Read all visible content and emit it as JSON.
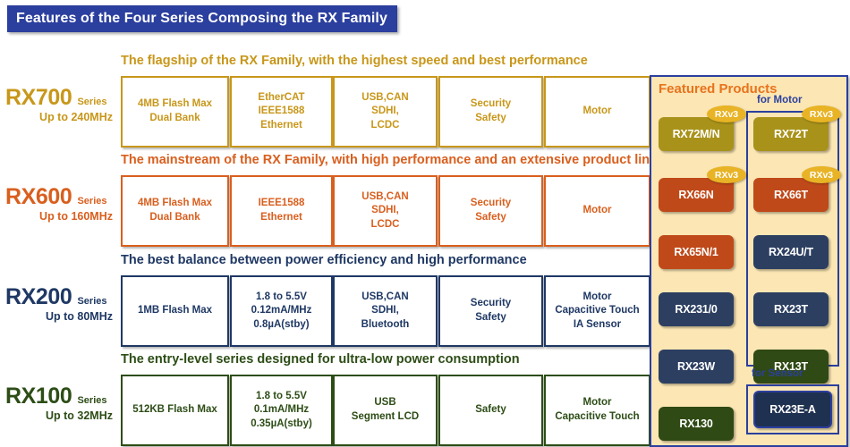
{
  "header": {
    "title": "Features of the Four Series Composing the RX Family",
    "banner_bg": "#2b3f9e",
    "banner_fg": "#ffffff"
  },
  "series": [
    {
      "id": "rx700",
      "name": "RX700",
      "series_word": "Series",
      "speed": "Up to 240MHz",
      "caption": "The flagship of the RX Family, with the highest speed and best performance",
      "color": "#c8971a",
      "features": [
        "4MB Flash Max\nDual Bank",
        "EtherCAT\nIEEE1588\nEthernet",
        "USB,CAN\nSDHI,\nLCDC",
        "Security\nSafety",
        "Motor"
      ]
    },
    {
      "id": "rx600",
      "name": "RX600",
      "series_word": "Series",
      "speed": "Up to 160MHz",
      "caption": "The mainstream of the RX Family, with high performance and an extensive product lineup",
      "color": "#d95f1e",
      "features": [
        "4MB Flash Max\nDual Bank",
        "IEEE1588\nEthernet",
        "USB,CAN\nSDHI,\nLCDC",
        "Security\nSafety",
        "Motor"
      ]
    },
    {
      "id": "rx200",
      "name": "RX200",
      "series_word": "Series",
      "speed": "Up to 80MHz",
      "caption": "The best balance between power efficiency and high performance",
      "color": "#1f3864",
      "features": [
        "1MB Flash Max",
        "1.8 to 5.5V\n0.12mA/MHz\n0.8µA(stby)",
        "USB,CAN\nSDHI,\nBluetooth",
        "Security\nSafety",
        "Motor\nCapacitive Touch\nIA Sensor"
      ]
    },
    {
      "id": "rx100",
      "name": "RX100",
      "series_word": "Series",
      "speed": "Up to 32MHz",
      "caption": "The entry-level series designed for ultra-low power consumption",
      "color": "#2d4d16",
      "features": [
        "512KB Flash Max",
        "1.8 to 5.5V\n0.1mA/MHz\n0.35µA(stby)",
        "USB\nSegment LCD",
        "Safety",
        "Motor\nCapacitive Touch"
      ]
    }
  ],
  "featured_products": {
    "title": "Featured Products",
    "title_color": "#e8731c",
    "panel_bg": "#fbe6b4",
    "panel_border": "#2b3f9e",
    "badge_label": "RXv3",
    "badge_color": "#e8b325",
    "subheads": [
      {
        "label": "for Motor"
      },
      {
        "label": "for Sensor"
      }
    ],
    "left_column": [
      {
        "label": "RX72M/N",
        "color": "#a8921a",
        "badge": "RXv3"
      },
      {
        "label": "RX66N",
        "color": "#c0491a",
        "badge": "RXv3"
      },
      {
        "label": "RX65N/1",
        "color": "#c0491a",
        "badge": null
      },
      {
        "label": "RX231/0",
        "color": "#2c3f61",
        "badge": null
      },
      {
        "label": "RX23W",
        "color": "#2c3f61",
        "badge": null
      },
      {
        "label": "RX130",
        "color": "#2f4a14",
        "badge": null
      }
    ],
    "motor_column": [
      {
        "label": "RX72T",
        "color": "#a8921a",
        "badge": "RXv3"
      },
      {
        "label": "RX66T",
        "color": "#c0491a",
        "badge": "RXv3"
      },
      {
        "label": "RX24U/T",
        "color": "#2c3f61",
        "badge": null
      },
      {
        "label": "RX23T",
        "color": "#2c3f61",
        "badge": null
      },
      {
        "label": "RX13T",
        "color": "#2f4a14",
        "badge": null
      }
    ],
    "sensor_column": [
      {
        "label": "RX23E-A",
        "color": "#1f3150",
        "badge": null
      }
    ]
  }
}
